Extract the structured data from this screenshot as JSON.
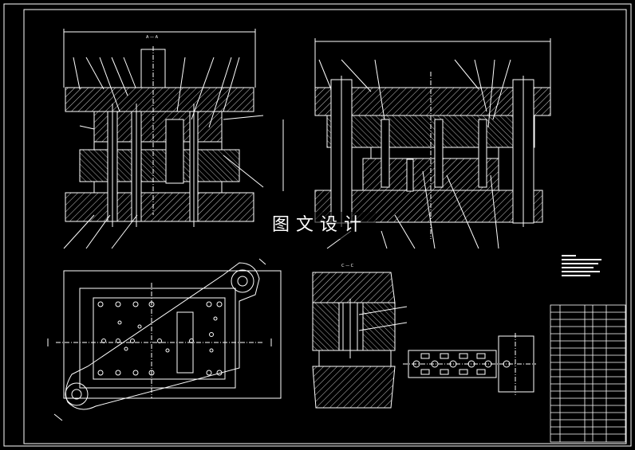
{
  "drawing": {
    "watermark_text": "图文设计",
    "colors": {
      "background": "#000000",
      "lines": "#ffffff",
      "dims": "#ffffff"
    },
    "section_marks": {
      "left_view": "A — A",
      "detail_view": "C — C"
    },
    "views": [
      "left-section-view",
      "right-section-view",
      "plan-view",
      "detail-section-view",
      "strip-layout",
      "title-block"
    ]
  }
}
